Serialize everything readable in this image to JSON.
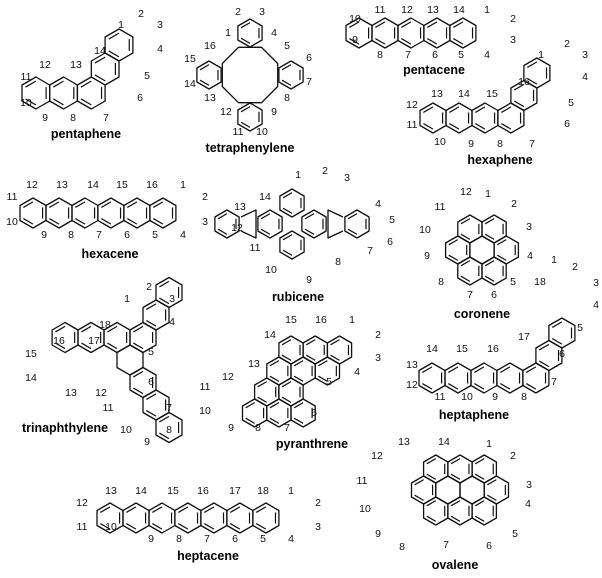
{
  "molecules": [
    {
      "key": "pentaphene",
      "name": "pentaphene",
      "labels": [
        "1",
        "2",
        "3",
        "4",
        "5",
        "6",
        "7",
        "8",
        "9",
        "10",
        "11",
        "12",
        "13",
        "14"
      ]
    },
    {
      "key": "tetraphenylene",
      "name": "tetraphenylene",
      "labels": [
        "1",
        "2",
        "3",
        "4",
        "5",
        "6",
        "7",
        "8",
        "9",
        "10",
        "11",
        "12",
        "13",
        "14",
        "15",
        "16"
      ]
    },
    {
      "key": "pentacene",
      "name": "pentacene",
      "labels": [
        "1",
        "2",
        "3",
        "4",
        "5",
        "6",
        "7",
        "8",
        "9",
        "10",
        "11",
        "12",
        "13",
        "14"
      ]
    },
    {
      "key": "hexaphene",
      "name": "hexaphene",
      "labels": [
        "1",
        "2",
        "3",
        "4",
        "5",
        "6",
        "7",
        "8",
        "9",
        "10",
        "11",
        "12",
        "13",
        "14",
        "15",
        "16"
      ]
    },
    {
      "key": "hexacene",
      "name": "hexacene",
      "labels": [
        "1",
        "2",
        "3",
        "4",
        "5",
        "6",
        "7",
        "8",
        "9",
        "10",
        "11",
        "12",
        "13",
        "14",
        "15",
        "16"
      ]
    },
    {
      "key": "rubicene",
      "name": "rubicene",
      "labels": [
        "1",
        "2",
        "3",
        "4",
        "5",
        "6",
        "7",
        "8",
        "9",
        "10",
        "11",
        "12",
        "13",
        "14"
      ]
    },
    {
      "key": "coronene",
      "name": "coronene",
      "labels": [
        "1",
        "2",
        "3",
        "4",
        "5",
        "6",
        "7",
        "8",
        "9",
        "10",
        "11",
        "12"
      ]
    },
    {
      "key": "trinaphthylene",
      "name": "trinaphthylene",
      "labels": [
        "1",
        "2",
        "3",
        "4",
        "5",
        "6",
        "7",
        "8",
        "9",
        "10",
        "11",
        "12",
        "13",
        "14",
        "15",
        "16",
        "17",
        "18"
      ]
    },
    {
      "key": "pyranthrene",
      "name": "pyranthrene",
      "labels": [
        "1",
        "2",
        "3",
        "4",
        "5",
        "6",
        "7",
        "8",
        "9",
        "10",
        "11",
        "12",
        "13",
        "14",
        "15",
        "16"
      ]
    },
    {
      "key": "heptaphene",
      "name": "heptaphene",
      "labels": [
        "1",
        "2",
        "3",
        "4",
        "5",
        "6",
        "7",
        "8",
        "9",
        "10",
        "11",
        "12",
        "13",
        "14",
        "15",
        "16",
        "17",
        "18"
      ]
    },
    {
      "key": "heptacene",
      "name": "heptacene",
      "labels": [
        "1",
        "2",
        "3",
        "4",
        "5",
        "6",
        "7",
        "8",
        "9",
        "10",
        "11",
        "12",
        "13",
        "14",
        "15",
        "16",
        "17",
        "18"
      ]
    },
    {
      "key": "ovalene",
      "name": "ovalene",
      "labels": [
        "1",
        "2",
        "3",
        "4",
        "5",
        "6",
        "7",
        "8",
        "9",
        "10",
        "11",
        "12",
        "13",
        "14"
      ]
    }
  ]
}
